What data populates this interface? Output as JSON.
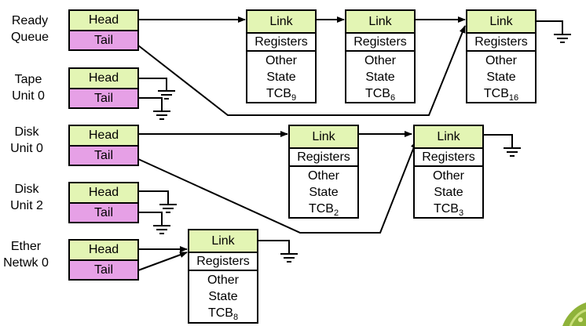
{
  "queues": [
    {
      "label_line1": "Ready",
      "label_line2": "Queue",
      "head": "Head",
      "tail": "Tail"
    },
    {
      "label_line1": "Tape",
      "label_line2": "Unit 0",
      "head": "Head",
      "tail": "Tail"
    },
    {
      "label_line1": "Disk",
      "label_line2": "Unit 0",
      "head": "Head",
      "tail": "Tail"
    },
    {
      "label_line1": "Disk",
      "label_line2": "Unit 2",
      "head": "Head",
      "tail": "Tail"
    },
    {
      "label_line1": "Ether",
      "label_line2": "Netwk 0",
      "head": "Head",
      "tail": "Tail"
    }
  ],
  "tcbs": [
    {
      "link": "Link",
      "registers": "Registers",
      "line1": "Other",
      "line2": "State",
      "name": "TCB",
      "sub": "9"
    },
    {
      "link": "Link",
      "registers": "Registers",
      "line1": "Other",
      "line2": "State",
      "name": "TCB",
      "sub": "6"
    },
    {
      "link": "Link",
      "registers": "Registers",
      "line1": "Other",
      "line2": "State",
      "name": "TCB",
      "sub": "16"
    },
    {
      "link": "Link",
      "registers": "Registers",
      "line1": "Other",
      "line2": "State",
      "name": "TCB",
      "sub": "2"
    },
    {
      "link": "Link",
      "registers": "Registers",
      "line1": "Other",
      "line2": "State",
      "name": "TCB",
      "sub": "3"
    },
    {
      "link": "Link",
      "registers": "Registers",
      "line1": "Other",
      "line2": "State",
      "name": "TCB",
      "sub": "8"
    }
  ],
  "colors": {
    "head_fill": "#e3f5b4",
    "tail_fill": "#e6a0e6"
  }
}
